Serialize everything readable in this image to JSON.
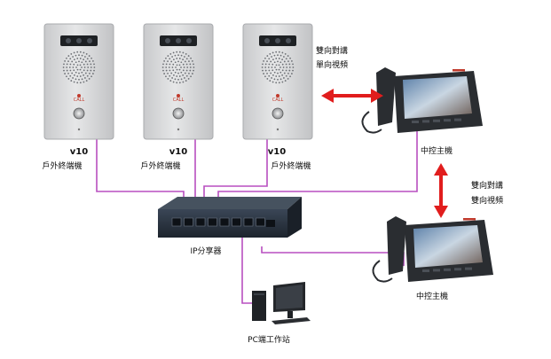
{
  "colors": {
    "cable": "#b84fc0",
    "arrow": "#e11d1d",
    "panel": "#d9dadc",
    "panel_edge": "#a9abae",
    "device_dark": "#2a2d31"
  },
  "intercom_terminals": [
    {
      "model": "v10",
      "label": "戶外終端機",
      "call_text": "CALL"
    },
    {
      "model": "v10",
      "label": "戶外終端機",
      "call_text": "CALL"
    },
    {
      "model": "v10",
      "label": "戶外終端機",
      "call_text": "CALL"
    }
  ],
  "phones": [
    {
      "label": "中控主機"
    },
    {
      "label": "中控主機"
    }
  ],
  "switch": {
    "label": "IP分享器"
  },
  "workstation": {
    "label": "PC端工作站"
  },
  "links": [
    {
      "text_lines": [
        "雙向對講",
        "單向視頻"
      ]
    },
    {
      "text_lines": [
        "雙向對講",
        "雙向視頻"
      ]
    }
  ]
}
